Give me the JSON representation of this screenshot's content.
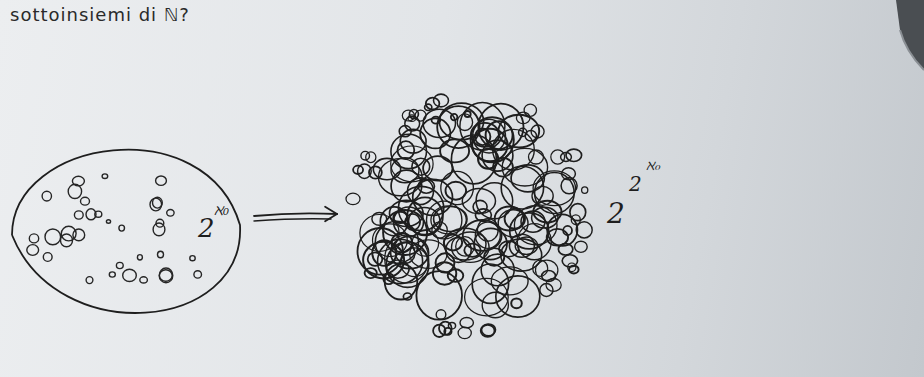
{
  "diagram": {
    "nodes": [
      {
        "text": [
          "2",
          "ℵ₀"
        ]
      },
      {
        "text": [
          "2",
          "2",
          "ℵ₀"
        ]
      }
    ],
    "edges": [
      {
        "from": 0,
        "to": 1,
        "arrow": "to"
      }
    ],
    "labels": [
      "sottoinsiemi di ℕ?"
    ]
  }
}
